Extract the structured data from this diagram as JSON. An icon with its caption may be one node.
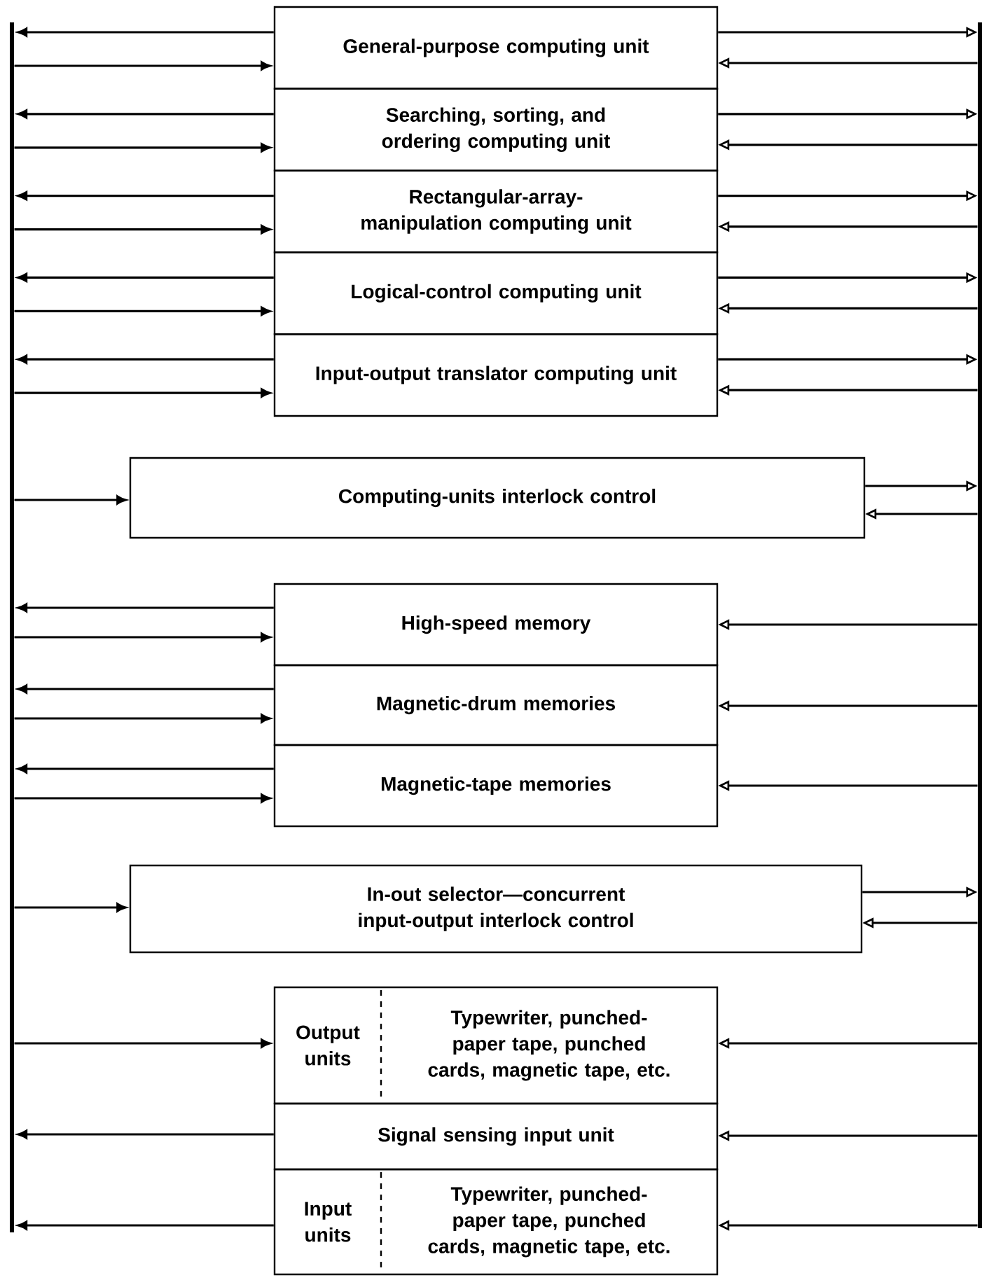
{
  "diagram": {
    "nodes": [
      {
        "text": [],
        "shape": "bar"
      },
      {
        "text": [],
        "shape": "bar"
      },
      {
        "text": [
          "General-purpose computing unit"
        ]
      },
      {
        "text": [
          "Searching, sorting, and ordering computing unit"
        ]
      },
      {
        "text": [
          "Rectangular-array-manipulation computing unit"
        ]
      },
      {
        "text": [
          "Logical-control computing unit"
        ]
      },
      {
        "text": [
          "Input-output translator computing unit"
        ]
      },
      {
        "text": [
          "Computing-units interlock control"
        ]
      },
      {
        "text": [
          "High-speed memory"
        ]
      },
      {
        "text": [
          "Magnetic-drum memories"
        ]
      },
      {
        "text": [
          "Magnetic-tape memories"
        ]
      },
      {
        "text": [
          "In-out selector—concurrent input-output interlock control"
        ]
      },
      {
        "text": [
          "Output units",
          "Typewriter, punched-paper tape, punched cards, magnetic tape, etc."
        ]
      },
      {
        "text": [
          "Signal sensing input unit"
        ]
      },
      {
        "text": [
          "Input units",
          "Typewriter, punched-paper tape, punched cards, magnetic tape, etc."
        ]
      }
    ],
    "edges": [
      {
        "from": 2,
        "to": 0,
        "arrow": "to"
      },
      {
        "from": 0,
        "to": 2,
        "arrow": "to"
      },
      {
        "from": 2,
        "to": 1,
        "arrow": "to"
      },
      {
        "from": 1,
        "to": 2,
        "arrow": "to"
      },
      {
        "from": 3,
        "to": 0,
        "arrow": "to"
      },
      {
        "from": 0,
        "to": 3,
        "arrow": "to"
      },
      {
        "from": 3,
        "to": 1,
        "arrow": "to"
      },
      {
        "from": 1,
        "to": 3,
        "arrow": "to"
      },
      {
        "from": 4,
        "to": 0,
        "arrow": "to"
      },
      {
        "from": 0,
        "to": 4,
        "arrow": "to"
      },
      {
        "from": 4,
        "to": 1,
        "arrow": "to"
      },
      {
        "from": 1,
        "to": 4,
        "arrow": "to"
      },
      {
        "from": 5,
        "to": 0,
        "arrow": "to"
      },
      {
        "from": 0,
        "to": 5,
        "arrow": "to"
      },
      {
        "from": 5,
        "to": 1,
        "arrow": "to"
      },
      {
        "from": 1,
        "to": 5,
        "arrow": "to"
      },
      {
        "from": 6,
        "to": 0,
        "arrow": "to"
      },
      {
        "from": 0,
        "to": 6,
        "arrow": "to"
      },
      {
        "from": 6,
        "to": 1,
        "arrow": "to"
      },
      {
        "from": 1,
        "to": 6,
        "arrow": "to"
      },
      {
        "from": 0,
        "to": 7,
        "arrow": "to"
      },
      {
        "from": 7,
        "to": 1,
        "arrow": "to"
      },
      {
        "from": 1,
        "to": 7,
        "arrow": "to"
      },
      {
        "from": 8,
        "to": 0,
        "arrow": "to"
      },
      {
        "from": 0,
        "to": 8,
        "arrow": "to"
      },
      {
        "from": 1,
        "to": 8,
        "arrow": "to"
      },
      {
        "from": 9,
        "to": 0,
        "arrow": "to"
      },
      {
        "from": 0,
        "to": 9,
        "arrow": "to"
      },
      {
        "from": 1,
        "to": 9,
        "arrow": "to"
      },
      {
        "from": 10,
        "to": 0,
        "arrow": "to"
      },
      {
        "from": 0,
        "to": 10,
        "arrow": "to"
      },
      {
        "from": 1,
        "to": 10,
        "arrow": "to"
      },
      {
        "from": 0,
        "to": 11,
        "arrow": "to"
      },
      {
        "from": 11,
        "to": 1,
        "arrow": "to"
      },
      {
        "from": 1,
        "to": 11,
        "arrow": "to"
      },
      {
        "from": 0,
        "to": 12,
        "arrow": "to"
      },
      {
        "from": 1,
        "to": 12,
        "arrow": "to"
      },
      {
        "from": 13,
        "to": 0,
        "arrow": "to"
      },
      {
        "from": 1,
        "to": 13,
        "arrow": "to"
      },
      {
        "from": 14,
        "to": 0,
        "arrow": "to"
      },
      {
        "from": 1,
        "to": 14,
        "arrow": "to"
      }
    ]
  }
}
